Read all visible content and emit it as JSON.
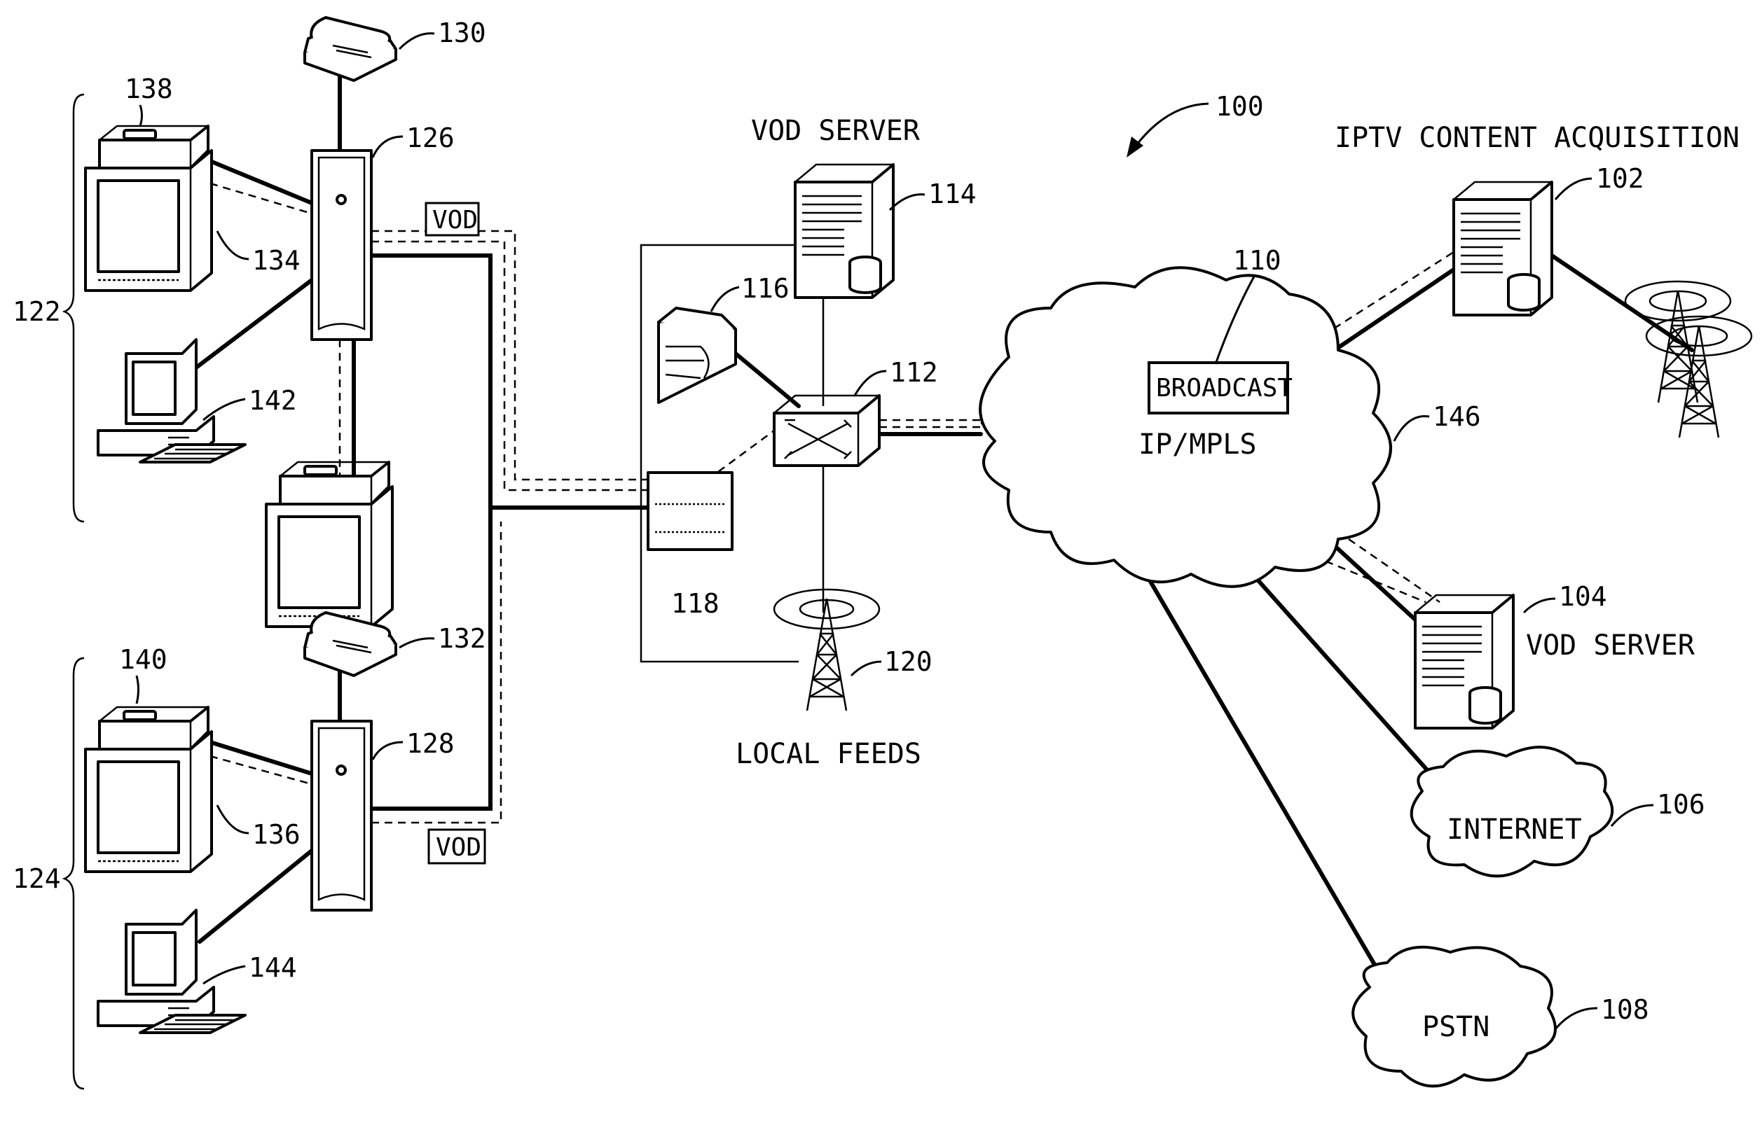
{
  "figure_ref": "100",
  "labels": {
    "vod_server_top": "VOD SERVER",
    "iptv_content": "IPTV CONTENT ACQUISITION",
    "vod_server_right": "VOD SERVER",
    "local_feeds": "LOCAL FEEDS",
    "broadcast": "BROADCAST",
    "ip_mpls": "IP/MPLS",
    "internet": "INTERNET",
    "pstn": "PSTN",
    "vod_box_top": "VOD",
    "vod_box_bottom": "VOD"
  },
  "refs": {
    "r102": "102",
    "r104": "104",
    "r106": "106",
    "r108": "108",
    "r110": "110",
    "r112": "112",
    "r114": "114",
    "r116": "116",
    "r118": "118",
    "r120": "120",
    "r122": "122",
    "r124": "124",
    "r126": "126",
    "r128": "128",
    "r130": "130",
    "r132": "132",
    "r134": "134",
    "r136": "136",
    "r138": "138",
    "r140": "140",
    "r142": "142",
    "r144": "144",
    "r146": "146"
  }
}
